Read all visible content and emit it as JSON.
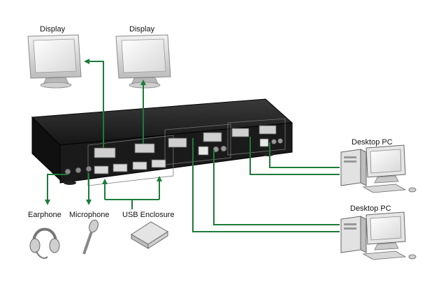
{
  "labels": {
    "display_left": "Display",
    "display_right": "Display",
    "desktop_pc_top": "Desktop PC",
    "desktop_pc_bottom": "Desktop PC",
    "earphone": "Earphone",
    "microphone": "Microphone",
    "usb_enclosure": "USB Enclosure"
  },
  "colors": {
    "arrow": "#1d7a3a",
    "device_body": "#1a1a1a",
    "monitor_frame": "#e4e4e4",
    "monitor_screen": "#ffffff"
  },
  "icons": [
    "monitor-icon",
    "desktop-pc-icon",
    "headset-icon",
    "microphone-icon",
    "usb-drive-icon",
    "kvm-switch-icon"
  ]
}
